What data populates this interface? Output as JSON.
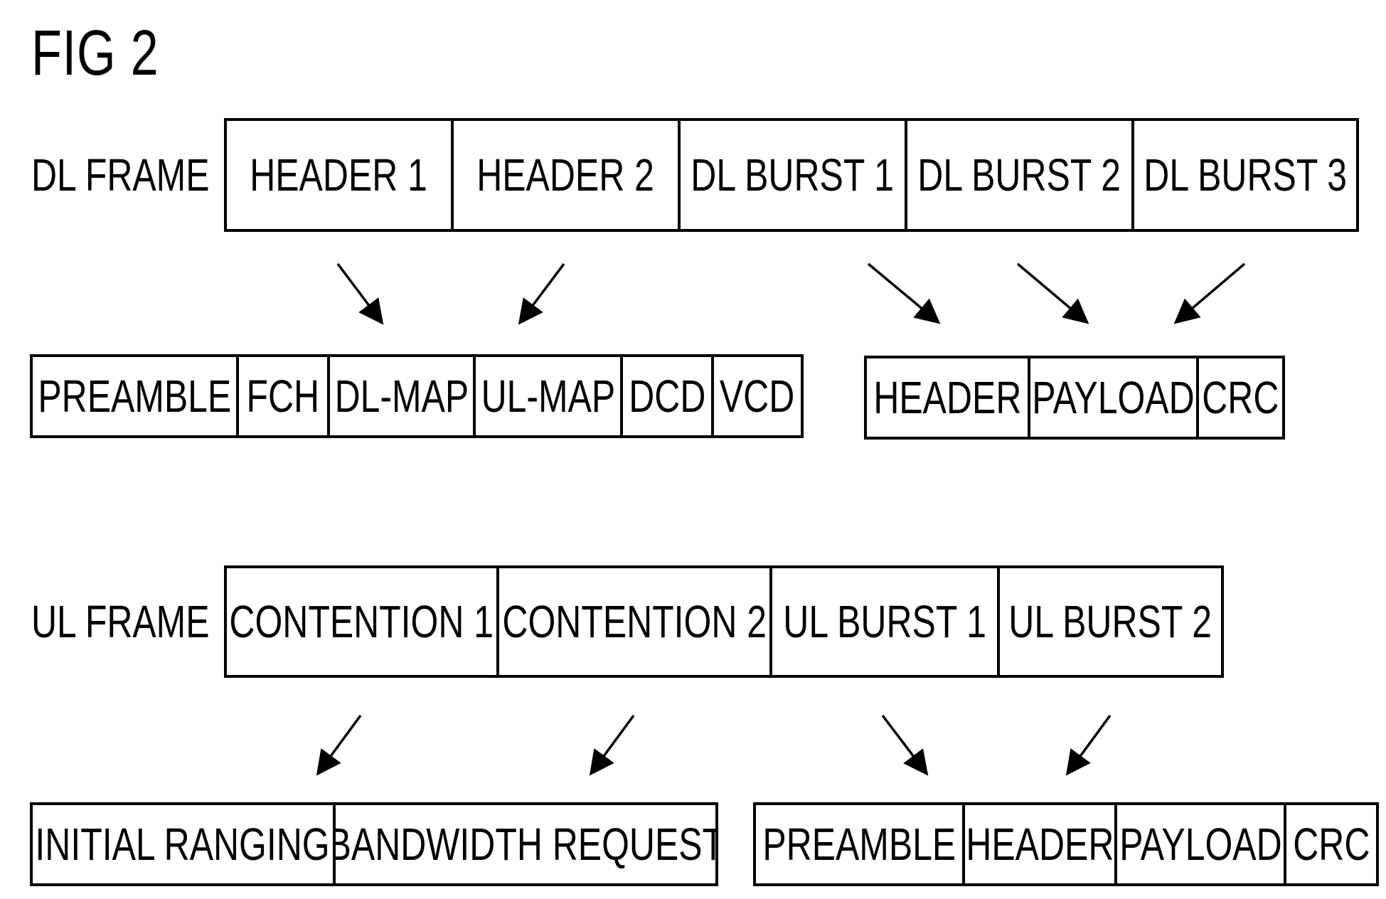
{
  "figure_title": "FIG 2",
  "dl_frame": {
    "label": "DL FRAME",
    "cells": [
      "HEADER 1",
      "HEADER 2",
      "DL BURST 1",
      "DL BURST 2",
      "DL BURST 3"
    ]
  },
  "dl_header_detail": {
    "cells": [
      "PREAMBLE",
      "FCH",
      "DL-MAP",
      "UL-MAP",
      "DCD",
      "VCD"
    ]
  },
  "dl_burst_detail": {
    "cells": [
      "HEADER",
      "PAYLOAD",
      "CRC"
    ]
  },
  "ul_frame": {
    "label": "UL FRAME",
    "cells": [
      "CONTENTION 1",
      "CONTENTION 2",
      "UL BURST 1",
      "UL BURST 2"
    ]
  },
  "ul_contention_detail": {
    "cells": [
      "INITIAL RANGING",
      "BANDWIDTH REQUEST"
    ]
  },
  "ul_burst_detail": {
    "cells": [
      "PREAMBLE",
      "HEADER",
      "PAYLOAD",
      "CRC"
    ]
  }
}
